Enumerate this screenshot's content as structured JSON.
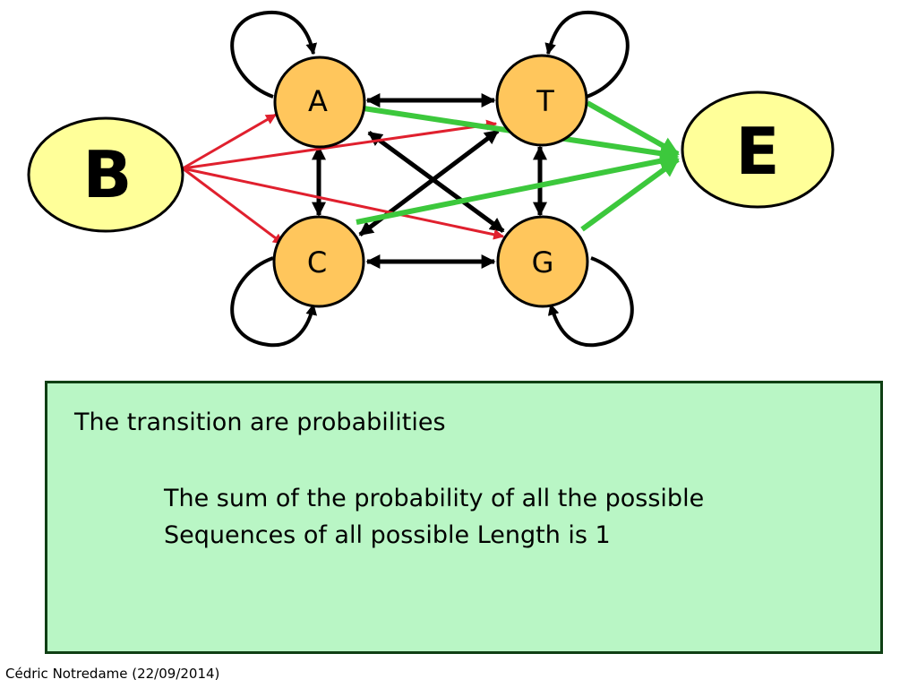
{
  "diagram": {
    "nodes": {
      "B": {
        "label": "B",
        "fill": "#ffff99"
      },
      "E": {
        "label": "E",
        "fill": "#ffff99"
      },
      "A": {
        "label": "A",
        "fill": "#ffc65c"
      },
      "T": {
        "label": "T",
        "fill": "#ffc65c"
      },
      "C": {
        "label": "C",
        "fill": "#ffc65c"
      },
      "G": {
        "label": "G",
        "fill": "#ffc65c"
      }
    },
    "colors": {
      "start_edges": "#e0202e",
      "end_edges": "#3cc83c",
      "internal_edges": "#000000"
    },
    "edges": [
      {
        "from": "B",
        "to": "A",
        "kind": "start"
      },
      {
        "from": "B",
        "to": "T",
        "kind": "start"
      },
      {
        "from": "B",
        "to": "C",
        "kind": "start"
      },
      {
        "from": "B",
        "to": "G",
        "kind": "start"
      },
      {
        "from": "A",
        "to": "E",
        "kind": "end"
      },
      {
        "from": "T",
        "to": "E",
        "kind": "end"
      },
      {
        "from": "C",
        "to": "E",
        "kind": "end"
      },
      {
        "from": "G",
        "to": "E",
        "kind": "end"
      },
      {
        "from": "A",
        "to": "T",
        "kind": "bidirectional"
      },
      {
        "from": "C",
        "to": "G",
        "kind": "bidirectional"
      },
      {
        "from": "A",
        "to": "C",
        "kind": "bidirectional"
      },
      {
        "from": "T",
        "to": "G",
        "kind": "bidirectional"
      },
      {
        "from": "A",
        "to": "G",
        "kind": "bidirectional"
      },
      {
        "from": "C",
        "to": "T",
        "kind": "bidirectional"
      },
      {
        "from": "A",
        "to": "A",
        "kind": "self-loop"
      },
      {
        "from": "T",
        "to": "T",
        "kind": "self-loop"
      },
      {
        "from": "C",
        "to": "C",
        "kind": "self-loop"
      },
      {
        "from": "G",
        "to": "G",
        "kind": "self-loop"
      }
    ]
  },
  "info": {
    "line1": "The transition are probabilities",
    "line2": "The sum of the probability of all the possible Sequences of all possible Length is 1",
    "background": "#b9f6c5",
    "border": "#0f3f14"
  },
  "footer": {
    "credit": "Cédric Notredame (22/09/2014)"
  }
}
